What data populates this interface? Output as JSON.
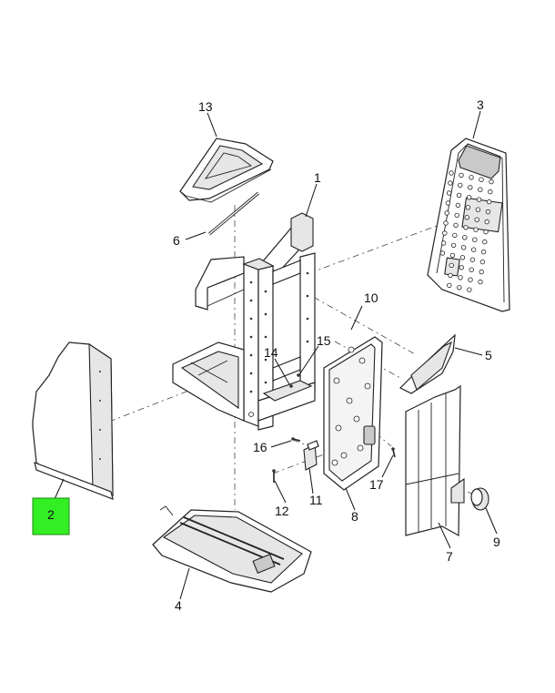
{
  "callouts": [
    {
      "id": "c1",
      "label": "1",
      "highlighted": false
    },
    {
      "id": "c2",
      "label": "2",
      "highlighted": true
    },
    {
      "id": "c3",
      "label": "3",
      "highlighted": false
    },
    {
      "id": "c4",
      "label": "4",
      "highlighted": false
    },
    {
      "id": "c5",
      "label": "5",
      "highlighted": false
    },
    {
      "id": "c6",
      "label": "6",
      "highlighted": false
    },
    {
      "id": "c7",
      "label": "7",
      "highlighted": false
    },
    {
      "id": "c8",
      "label": "8",
      "highlighted": false
    },
    {
      "id": "c9",
      "label": "9",
      "highlighted": false
    },
    {
      "id": "c10",
      "label": "10",
      "highlighted": false
    },
    {
      "id": "c11",
      "label": "11",
      "highlighted": false
    },
    {
      "id": "c12",
      "label": "12",
      "highlighted": false
    },
    {
      "id": "c13",
      "label": "13",
      "highlighted": false
    },
    {
      "id": "c14",
      "label": "14",
      "highlighted": false
    },
    {
      "id": "c15",
      "label": "15",
      "highlighted": false
    },
    {
      "id": "c16",
      "label": "16",
      "highlighted": false
    },
    {
      "id": "c17",
      "label": "17",
      "highlighted": false
    }
  ],
  "colors": {
    "highlight": "#33ee22",
    "line": "#222222",
    "background": "#ffffff"
  }
}
